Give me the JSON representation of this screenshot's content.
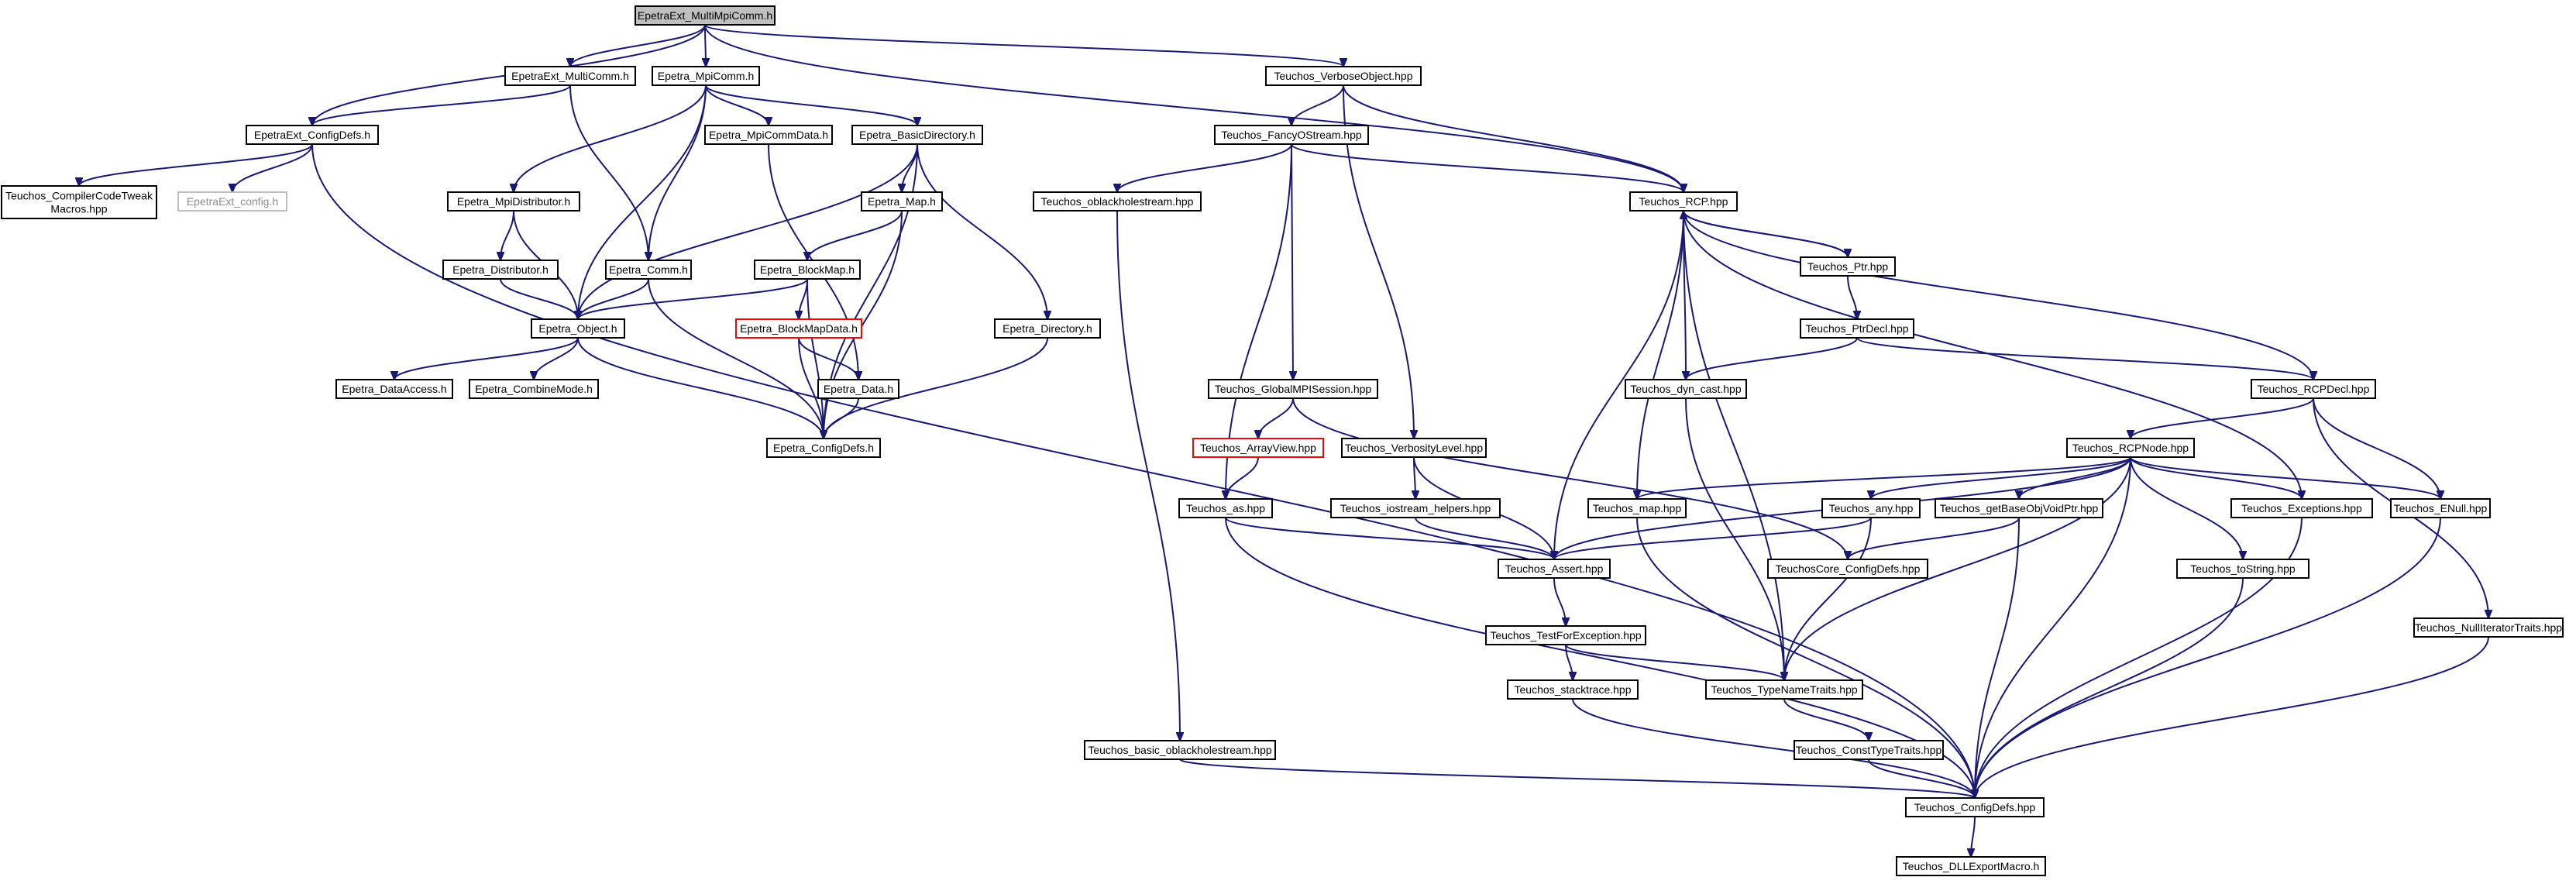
{
  "graph": {
    "edge_color": "#191970",
    "nodes": [
      {
        "id": "root",
        "lines": [
          "EpetraExt_MultiMpiComm.h"
        ],
        "style": "root"
      },
      {
        "id": "multicomm",
        "lines": [
          "EpetraExt_MultiComm.h"
        ]
      },
      {
        "id": "mpicomm",
        "lines": [
          "Epetra_MpiComm.h"
        ]
      },
      {
        "id": "verbose",
        "lines": [
          "Teuchos_VerboseObject.hpp"
        ]
      },
      {
        "id": "extconfig",
        "lines": [
          "EpetraExt_ConfigDefs.h"
        ]
      },
      {
        "id": "compilercode",
        "lines": [
          "Teuchos_CompilerCodeTweak",
          "Macros.hpp"
        ]
      },
      {
        "id": "extconfigh",
        "lines": [
          "EpetraExt_config.h"
        ],
        "style": "gray"
      },
      {
        "id": "mpidist",
        "lines": [
          "Epetra_MpiDistributor.h"
        ]
      },
      {
        "id": "dist",
        "lines": [
          "Epetra_Distributor.h"
        ]
      },
      {
        "id": "comm",
        "lines": [
          "Epetra_Comm.h"
        ]
      },
      {
        "id": "mpicommdata",
        "lines": [
          "Epetra_MpiCommData.h"
        ]
      },
      {
        "id": "basicdir",
        "lines": [
          "Epetra_BasicDirectory.h"
        ]
      },
      {
        "id": "map",
        "lines": [
          "Epetra_Map.h"
        ]
      },
      {
        "id": "blockmap",
        "lines": [
          "Epetra_BlockMap.h"
        ]
      },
      {
        "id": "blockmapdata",
        "lines": [
          "Epetra_BlockMapData.h"
        ],
        "style": "red"
      },
      {
        "id": "object",
        "lines": [
          "Epetra_Object.h"
        ]
      },
      {
        "id": "data",
        "lines": [
          "Epetra_Data.h"
        ]
      },
      {
        "id": "directory",
        "lines": [
          "Epetra_Directory.h"
        ]
      },
      {
        "id": "dataaccess",
        "lines": [
          "Epetra_DataAccess.h"
        ]
      },
      {
        "id": "combinemode",
        "lines": [
          "Epetra_CombineMode.h"
        ]
      },
      {
        "id": "epconfig",
        "lines": [
          "Epetra_ConfigDefs.h"
        ]
      },
      {
        "id": "fancy",
        "lines": [
          "Teuchos_FancyOStream.hpp"
        ]
      },
      {
        "id": "oblack",
        "lines": [
          "Teuchos_oblackholestream.hpp"
        ]
      },
      {
        "id": "rcp",
        "lines": [
          "Teuchos_RCP.hpp"
        ]
      },
      {
        "id": "ptr",
        "lines": [
          "Teuchos_Ptr.hpp"
        ]
      },
      {
        "id": "ptrdecl",
        "lines": [
          "Teuchos_PtrDecl.hpp"
        ]
      },
      {
        "id": "dyncast",
        "lines": [
          "Teuchos_dyn_cast.hpp"
        ]
      },
      {
        "id": "rcpdecl",
        "lines": [
          "Teuchos_RCPDecl.hpp"
        ]
      },
      {
        "id": "globalmpi",
        "lines": [
          "Teuchos_GlobalMPISession.hpp"
        ]
      },
      {
        "id": "arrayview",
        "lines": [
          "Teuchos_ArrayView.hpp"
        ],
        "style": "red"
      },
      {
        "id": "verbosity",
        "lines": [
          "Teuchos_VerbosityLevel.hpp"
        ]
      },
      {
        "id": "rcpnode",
        "lines": [
          "Teuchos_RCPNode.hpp"
        ]
      },
      {
        "id": "as",
        "lines": [
          "Teuchos_as.hpp"
        ]
      },
      {
        "id": "iostream",
        "lines": [
          "Teuchos_iostream_helpers.hpp"
        ]
      },
      {
        "id": "tmap",
        "lines": [
          "Teuchos_map.hpp"
        ]
      },
      {
        "id": "any",
        "lines": [
          "Teuchos_any.hpp"
        ]
      },
      {
        "id": "getbase",
        "lines": [
          "Teuchos_getBaseObjVoidPtr.hpp"
        ]
      },
      {
        "id": "exceptions",
        "lines": [
          "Teuchos_Exceptions.hpp"
        ]
      },
      {
        "id": "enull",
        "lines": [
          "Teuchos_ENull.hpp"
        ]
      },
      {
        "id": "assert",
        "lines": [
          "Teuchos_Assert.hpp"
        ]
      },
      {
        "id": "coreconfig",
        "lines": [
          "TeuchosCore_ConfigDefs.hpp"
        ]
      },
      {
        "id": "tostring",
        "lines": [
          "Teuchos_toString.hpp"
        ]
      },
      {
        "id": "testfor",
        "lines": [
          "Teuchos_TestForException.hpp"
        ]
      },
      {
        "id": "nulliter",
        "lines": [
          "Teuchos_NullIteratorTraits.hpp"
        ]
      },
      {
        "id": "stacktrace",
        "lines": [
          "Teuchos_stacktrace.hpp"
        ]
      },
      {
        "id": "typename",
        "lines": [
          "Teuchos_TypeNameTraits.hpp"
        ]
      },
      {
        "id": "basicoblack",
        "lines": [
          "Teuchos_basic_oblackholestream.hpp"
        ]
      },
      {
        "id": "consttype",
        "lines": [
          "Teuchos_ConstTypeTraits.hpp"
        ]
      },
      {
        "id": "tconfig",
        "lines": [
          "Teuchos_ConfigDefs.hpp"
        ]
      },
      {
        "id": "dllexport",
        "lines": [
          "Teuchos_DLLExportMacro.h"
        ]
      }
    ],
    "edges": [
      [
        "root",
        "multicomm"
      ],
      [
        "root",
        "mpicomm"
      ],
      [
        "root",
        "extconfig"
      ],
      [
        "root",
        "verbose"
      ],
      [
        "root",
        "rcp"
      ],
      [
        "multicomm",
        "extconfig"
      ],
      [
        "multicomm",
        "comm"
      ],
      [
        "mpicomm",
        "mpidist"
      ],
      [
        "mpicomm",
        "comm"
      ],
      [
        "mpicomm",
        "object"
      ],
      [
        "mpicomm",
        "mpicommdata"
      ],
      [
        "mpicomm",
        "basicdir"
      ],
      [
        "extconfig",
        "compilercode"
      ],
      [
        "extconfig",
        "extconfigh"
      ],
      [
        "extconfig",
        "tconfig"
      ],
      [
        "mpidist",
        "dist"
      ],
      [
        "mpidist",
        "object"
      ],
      [
        "dist",
        "object"
      ],
      [
        "comm",
        "object"
      ],
      [
        "comm",
        "epconfig"
      ],
      [
        "mpicommdata",
        "data"
      ],
      [
        "basicdir",
        "map"
      ],
      [
        "basicdir",
        "directory"
      ],
      [
        "basicdir",
        "object"
      ],
      [
        "basicdir",
        "epconfig"
      ],
      [
        "map",
        "blockmap"
      ],
      [
        "map",
        "epconfig"
      ],
      [
        "blockmap",
        "object"
      ],
      [
        "blockmap",
        "blockmapdata"
      ],
      [
        "blockmap",
        "epconfig"
      ],
      [
        "blockmapdata",
        "data"
      ],
      [
        "blockmapdata",
        "epconfig"
      ],
      [
        "object",
        "dataaccess"
      ],
      [
        "object",
        "combinemode"
      ],
      [
        "object",
        "epconfig"
      ],
      [
        "data",
        "epconfig"
      ],
      [
        "directory",
        "epconfig"
      ],
      [
        "verbose",
        "fancy"
      ],
      [
        "verbose",
        "rcp"
      ],
      [
        "verbose",
        "verbosity"
      ],
      [
        "fancy",
        "oblack"
      ],
      [
        "fancy",
        "rcp"
      ],
      [
        "fancy",
        "globalmpi"
      ],
      [
        "fancy",
        "as"
      ],
      [
        "oblack",
        "basicoblack"
      ],
      [
        "rcp",
        "ptr"
      ],
      [
        "rcp",
        "dyncast"
      ],
      [
        "rcp",
        "rcpdecl"
      ],
      [
        "rcp",
        "assert"
      ],
      [
        "rcp",
        "tmap"
      ],
      [
        "rcp",
        "exceptions"
      ],
      [
        "rcp",
        "typename"
      ],
      [
        "ptr",
        "rcp"
      ],
      [
        "ptr",
        "ptrdecl"
      ],
      [
        "ptrdecl",
        "dyncast"
      ],
      [
        "ptrdecl",
        "rcpdecl"
      ],
      [
        "dyncast",
        "typename"
      ],
      [
        "rcpdecl",
        "rcpnode"
      ],
      [
        "rcpdecl",
        "enull"
      ],
      [
        "rcpdecl",
        "nulliter"
      ],
      [
        "globalmpi",
        "arrayview"
      ],
      [
        "globalmpi",
        "coreconfig"
      ],
      [
        "arrayview",
        "as"
      ],
      [
        "verbosity",
        "iostream"
      ],
      [
        "verbosity",
        "assert"
      ],
      [
        "rcpnode",
        "tmap"
      ],
      [
        "rcpnode",
        "any"
      ],
      [
        "rcpnode",
        "getbase"
      ],
      [
        "rcpnode",
        "exceptions"
      ],
      [
        "rcpnode",
        "enull"
      ],
      [
        "rcpnode",
        "tostring"
      ],
      [
        "rcpnode",
        "assert"
      ],
      [
        "rcpnode",
        "typename"
      ],
      [
        "rcpnode",
        "tconfig"
      ],
      [
        "as",
        "assert"
      ],
      [
        "as",
        "tconfig"
      ],
      [
        "iostream",
        "assert"
      ],
      [
        "tmap",
        "tconfig"
      ],
      [
        "any",
        "assert"
      ],
      [
        "any",
        "typename"
      ],
      [
        "getbase",
        "coreconfig"
      ],
      [
        "getbase",
        "tconfig"
      ],
      [
        "exceptions",
        "tconfig"
      ],
      [
        "enull",
        "tconfig"
      ],
      [
        "assert",
        "testfor"
      ],
      [
        "tostring",
        "tconfig"
      ],
      [
        "testfor",
        "stacktrace"
      ],
      [
        "testfor",
        "typename"
      ],
      [
        "nulliter",
        "tconfig"
      ],
      [
        "stacktrace",
        "tconfig"
      ],
      [
        "typename",
        "consttype"
      ],
      [
        "basicoblack",
        "tconfig"
      ],
      [
        "consttype",
        "tconfig"
      ],
      [
        "tconfig",
        "dllexport"
      ]
    ]
  }
}
